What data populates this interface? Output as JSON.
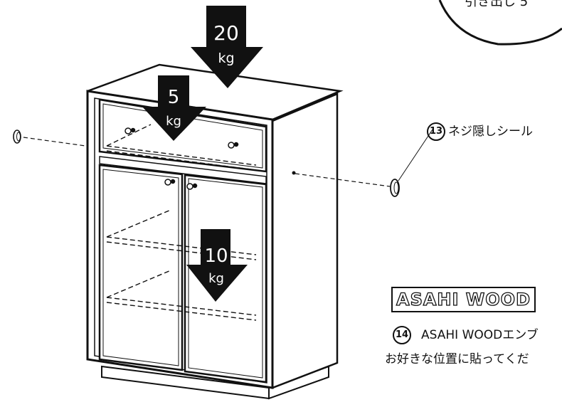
{
  "callout": {
    "partial_text": "引き出し 5"
  },
  "loads": {
    "top": {
      "value": "20",
      "unit": "kg"
    },
    "drawer": {
      "value": "5",
      "unit": "kg"
    },
    "shelf": {
      "value": "10",
      "unit": "kg"
    }
  },
  "seal": {
    "number": "13",
    "label": "ネジ隠しシール"
  },
  "emblem": {
    "logo": "ASAHI WOOD",
    "number": "14",
    "line1": "ASAHI WOODエンブ",
    "line2": "お好きな位置に貼ってくだ"
  }
}
